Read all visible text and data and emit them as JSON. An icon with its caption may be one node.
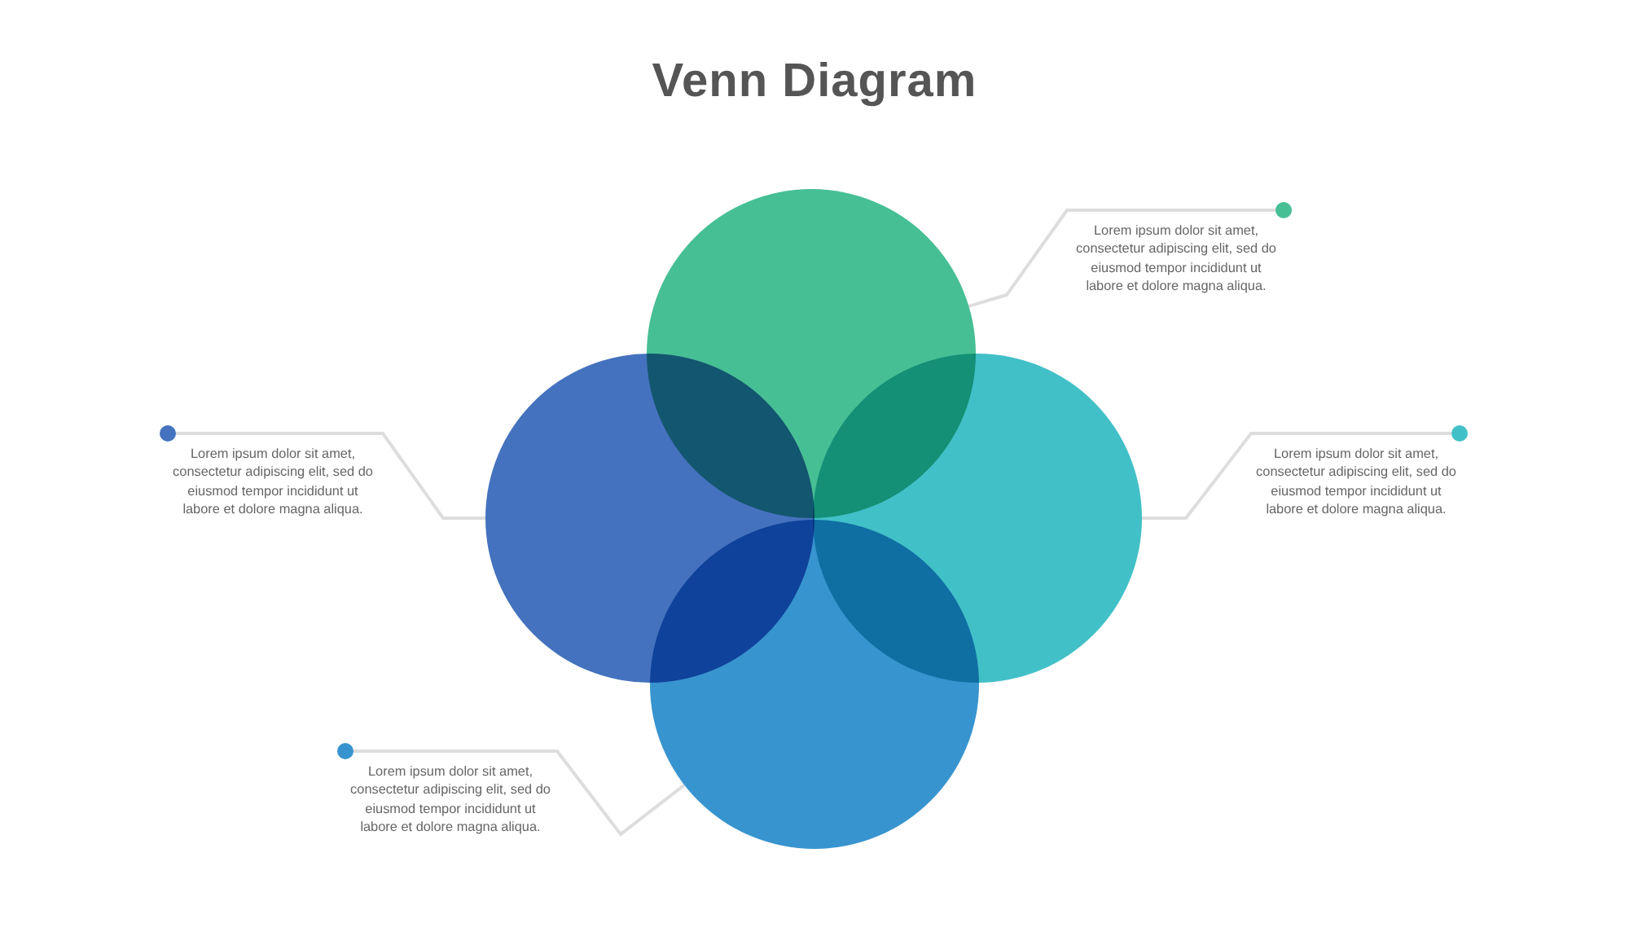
{
  "diagram": {
    "title": "Venn Diagram",
    "nodes": [
      {
        "text": [],
        "shape": "circle"
      },
      {
        "text": [],
        "shape": "circle"
      },
      {
        "text": [],
        "shape": "circle"
      },
      {
        "text": [],
        "shape": "circle"
      },
      {
        "text": [
          "Lorem ipsum dolor sit amet, consectetur adipiscing elit, sed do eiusmod tempor incididunt ut labore et dolore magna aliqua."
        ]
      },
      {
        "text": [
          "Lorem ipsum dolor sit amet, consectetur adipiscing elit, sed do eiusmod tempor incididunt ut labore et dolore magna aliqua."
        ]
      },
      {
        "text": [
          "Lorem ipsum dolor sit amet, consectetur adipiscing elit, sed do eiusmod tempor incididunt ut labore et dolore magna aliqua."
        ]
      },
      {
        "text": [
          "Lorem ipsum dolor sit amet, consectetur adipiscing elit, sed do eiusmod tempor incididunt ut labore et dolore magna aliqua."
        ]
      }
    ],
    "edges": [
      {
        "from": 4,
        "to": 0,
        "arrow": "other"
      },
      {
        "from": 5,
        "to": 1,
        "arrow": "other"
      },
      {
        "from": 6,
        "to": 2,
        "arrow": "other"
      },
      {
        "from": 7,
        "to": 3,
        "arrow": "other"
      }
    ]
  }
}
